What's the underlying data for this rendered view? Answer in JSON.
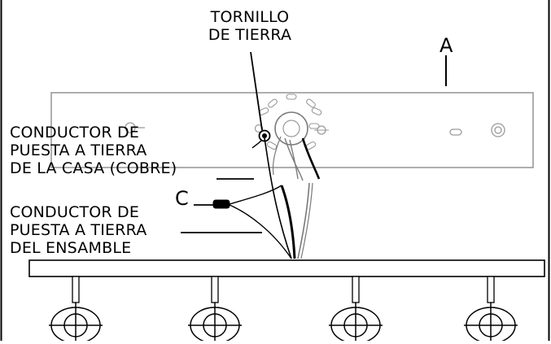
{
  "labels": {
    "ground_screw": {
      "line1": "TORNILLO",
      "line2": "DE TIERRA"
    },
    "house_ground": {
      "line1": "CONDUCTOR DE",
      "line2": "PUESTA A TIERRA",
      "line3": "DE LA CASA (COBRE)"
    },
    "assembly_ground": {
      "line1": "CONDUCTOR DE",
      "line2": "PUESTA A TIERRA",
      "line3": "DEL ENSAMBLE"
    }
  },
  "letters": {
    "a": "A",
    "c": "C"
  },
  "colors": {
    "ink": "#000000",
    "paper": "#ffffff",
    "plate_edge": "#9a9a9a",
    "wire_gray": "#7a7a7a"
  }
}
